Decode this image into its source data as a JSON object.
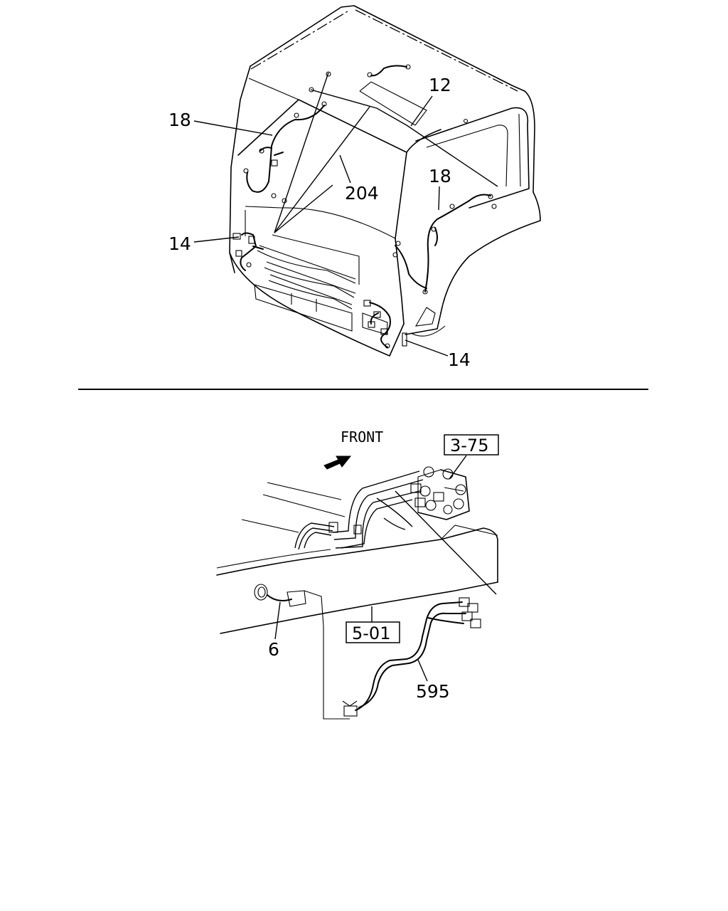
{
  "upper_view": {
    "callouts": {
      "c18_left": "18",
      "c12": "12",
      "c204": "204",
      "c18_right": "18",
      "c14_left": "14",
      "c14_right": "14"
    }
  },
  "lower_view": {
    "front_label": "FRONT",
    "ref_box_1": "3-75",
    "ref_box_2": "5-01",
    "callouts": {
      "c6": "6",
      "c595": "595"
    }
  }
}
